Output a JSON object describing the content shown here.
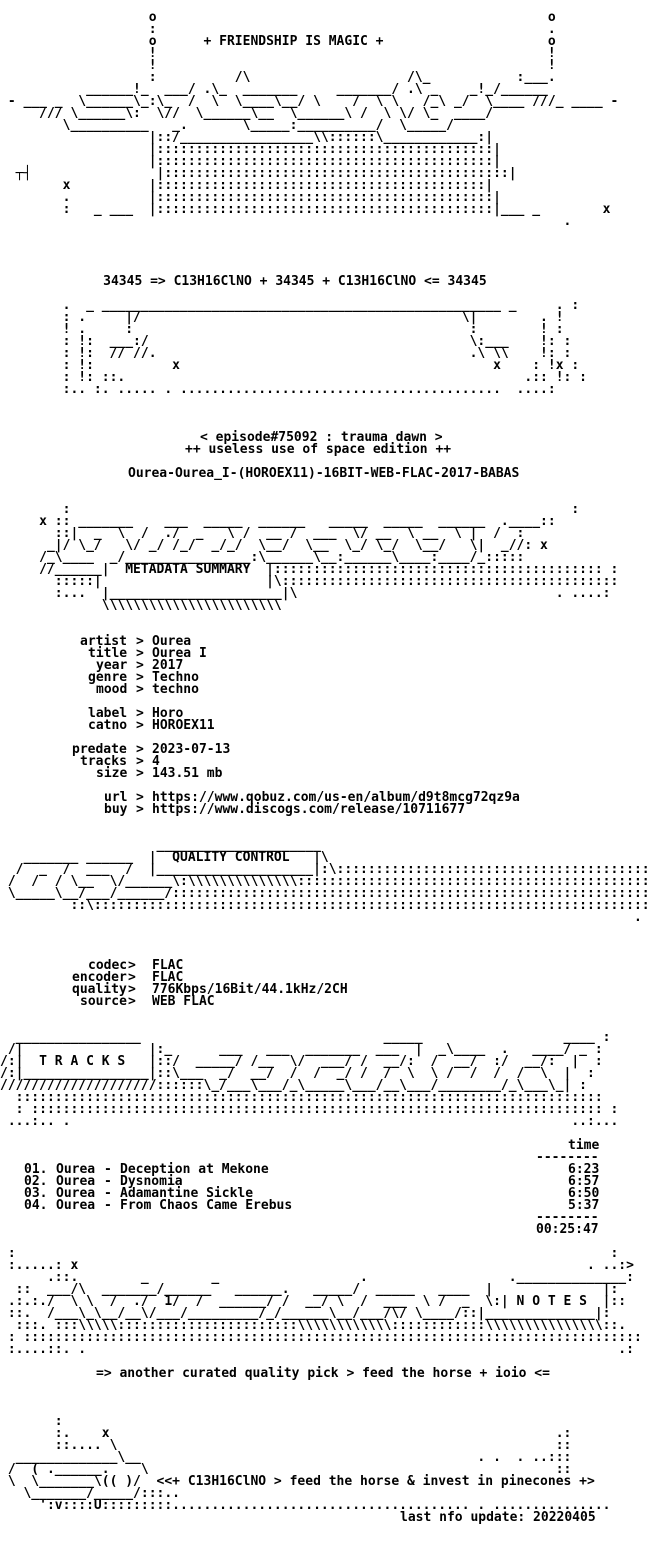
{
  "nfo": {
    "header_art": "                   o                                                  o\n                   :                                                  .\n                   o      + FRIENDSHIP IS MAGIC +                     o\n                   !                                                  !\n                   !                                                  !\n                   :          /\\                    /\\_           :___.\n           ______!_  ___/ .\\_  _______     _______/ .\\ _    _!_/______\n - ___ _  \\______\\_:\\_  /  \\  \\____\\__/ \\    /  \\ \\   /_\\ _/  \\____ ///_ ____ -\n     /// \\______\\:  \\//  \\______\\__  \\______\\ /  \\ \\/ \\_  ____/\n        \\__________   _.       \\_____:__________/  \\_____/\n                   |::/_________________\\\\::::::\\____________:|\n                   |:::::::::::::::::::::::::::::::::::::::::::|\n                   |:::::::::::::::::::::::::::::::::::::::::::|\n  ┬┤                |::::::::::::::::::::::::::::::::::::::::::::|\n        x          |::::::::::::::::::::::::::::::::::::::::::|\n        .          |:::::::::::::::::::::::::::::::::::::::::::|\n        :   _ ___  |:::::::::::::::::::::::::::::::::::::::::::|___ _        x\n                                                                        .",
    "formula_line": "     34345 => C13H16ClNO + 34345 + C13H16ClNO <= 34345",
    "lower_header_art": "        .  _ ___________________________________________________ _     . :\n        : .     |/                                         \\|        . !\n        ! .     :                                           :        ! :\n        : !:  ___:/                                         \\:___    !: :\n        : !:  // //.                                        .\\ \\\\    !: :\n        : !:          x                                        x    : !x :\n        : !: ::.                                                   .:: !: :\n        :.. :. ..... . .........................................  ....:",
    "episode_line": "< episode#75092 : trauma dawn >",
    "edition_line": "++ useless use of space edition ++",
    "release_name": "Ourea-Ourea_I-(HOROEX11)-16BIT-WEB-FLAC-2017-BABAS",
    "metadata_banner": "        :                                                                :\n     x :: _______    ___  _____  ______   _____  _____  ______  .____::\n       ::|  _  \\  /  ./  _   \\ /  __ /  ___  \\/ __  \\ __  \\ |  /  :\n      _|/ \\_/   \\/ _/ /_/  _/_/  \\__/  \\__  \\_/ \\_/  \\__/   \\|  _//: x\n     /_\\____  _/________________:\\______\\__:______\\____:____/_:::::\n     //______|  METADATA SUMMARY  |:::::::::::::::::::::::::::::::::::::::::: :\n       :::::|                     |\\:::::::::::::::::::::::::::::::::::::::::::\n       :...  |______________________|\\                                 . ....:\n             \\\\\\\\\\\\\\\\\\\\\\\\\\\\\\\\\\\\\\\\\\\\\\",
    "metadata": {
      "artist_label": "artist",
      "artist": "Ourea",
      "title_label": "title",
      "title": "Ourea I",
      "year_label": "year",
      "year": "2017",
      "genre_label": "genre",
      "genre": "Techno",
      "mood_label": "mood",
      "mood": "techno",
      "label_label": "label",
      "label": "Horo",
      "catno_label": "catno",
      "catno": "HOROEX11",
      "predate_label": "predate",
      "predate": "2023-07-13",
      "tracks_label": "tracks",
      "tracks": "4",
      "size_label": "size",
      "size": "143.51 mb",
      "url_label": "url",
      "url": "https://www.qobuz.com/us-en/album/d9t8mcg72qz9a",
      "buy_label": "buy",
      "buy": "https://www.discogs.com/release/10711677"
    },
    "quality_banner": "                    _____________________\n   _______ ______  |  QUALITY CONTROL   |\\\n  /  _  /  ___  /  |____________________|:\\:::::::::::::::::::::::::::::::::::::::::::::::::\n /  /  / \\__  \\/______\\:\\\\\\\\\\\\\\\\\\\\\\\\\\\\:::::::::::::::::::::::::::::::::::::::::::::::::::::: .\n \\_____\\__/___/______/:::::::::::::::::::::::::::::::::::::::::::::::::::::::::::::::::: :\n         ::\\::::::::::::::::::::::::::::::::::::::::::::::::::::::::::::::::::::::::::::: :\n                                                                                 . ..:",
    "quality": {
      "codec_label": "codec",
      "codec": "FLAC",
      "encoder_label": "encoder",
      "encoder": "FLAC",
      "quality_label": "quality",
      "quality": "776Kbps/16Bit/44.1kHz/2CH",
      "source_label": "source",
      "source": "WEB FLAC"
    },
    "tracks_banner": "  ________________                               _____                  ____ :\n /|                |:_      ___   ___  _______  ___  |  _\\____  .   ____/ _ :\n/:|  T R A C K S   |::/  _____/ /__  \\/  ___/ /  __/:  /  __/  :/  __/:  |  :\n/:|________________|::\\___  _/  __/  /  /  _/ /  /  \\  \\ /  /  /  /  \\  |  :\n////////////////////::::::\\_/___\\___/_\\_____\\___/__\\___/________/_\\___\\_| :\n  :::::::::::::::::::::::::::::::::::::::::::::::::::::::::::::::::::::::::::\n  : ::::::::::::::::::::::::::::::::::::::::::::::::::::::::::::::::::::::::: :\n ...:.. .                                                                ..:...",
    "tracks_time_header": "time",
    "tracks_rule_top": "--------",
    "tracks": [
      {
        "number": "01.",
        "artist": "Ourea",
        "title": "Deception at Mekone",
        "time": "6:23"
      },
      {
        "number": "02.",
        "artist": "Ourea",
        "title": "Dysnomia",
        "time": "6:57"
      },
      {
        "number": "03.",
        "artist": "Ourea",
        "title": "Adamantine Sickle",
        "time": "6:50"
      },
      {
        "number": "04.",
        "artist": "Ourea",
        "title": "From Chaos Came Erebus",
        "time": "5:37"
      }
    ],
    "tracks_rule_bottom": "--------",
    "tracks_total": "00:25:47",
    "notes_banner": " :                                                                            :\n :.....: x                                                                 . ..:>\n      .::.        _        _                  .                  .______________:\n  ::  ___/\\  _______/______   ______.   _____/  _____   ____  |              |:\n .:.:./  \\ \\  /  ./  1/  /  ______/ /  __/ \\  /  ___  \\ /  _  \\:| N O T E S  |::\n ::.  /___\\_\\__/__\\/___/_________/_/______\\__/___/\\/ \\____/::|______________|:\n  :::. :::\\\\\\\\\\:::::::::::::::::::::::\\\\\\\\\\\\\\\\\\\\\\\\::::::::::::\\\\\\\\\\\\\\\\\\\\\\\\\\\\\\::.\n : :::::::::::::::::::::::::::::::::::::::::::::::::::::::::::::::::::::::::::::::\n :....::. .                                                                    .:",
    "notes_line": "=> another curated quality pick > feed the horse + ioio <=",
    "footer_art": "       :\n       :.    x                                                         .:\n       ::.... \\                                                        ::\n  _____________\\__                                           . .  . ..:::\n /  ( .______.    \\                                                    ::\n \\  \\_______\\(( )/  <<+ C13H16ClNO > feed the horse & invest in pinecones +>\n   \\_______/_____/:::..\n     ':v::::U:::::::::...................................... . ...............",
    "last_update": "last nfo update: 20220405"
  }
}
